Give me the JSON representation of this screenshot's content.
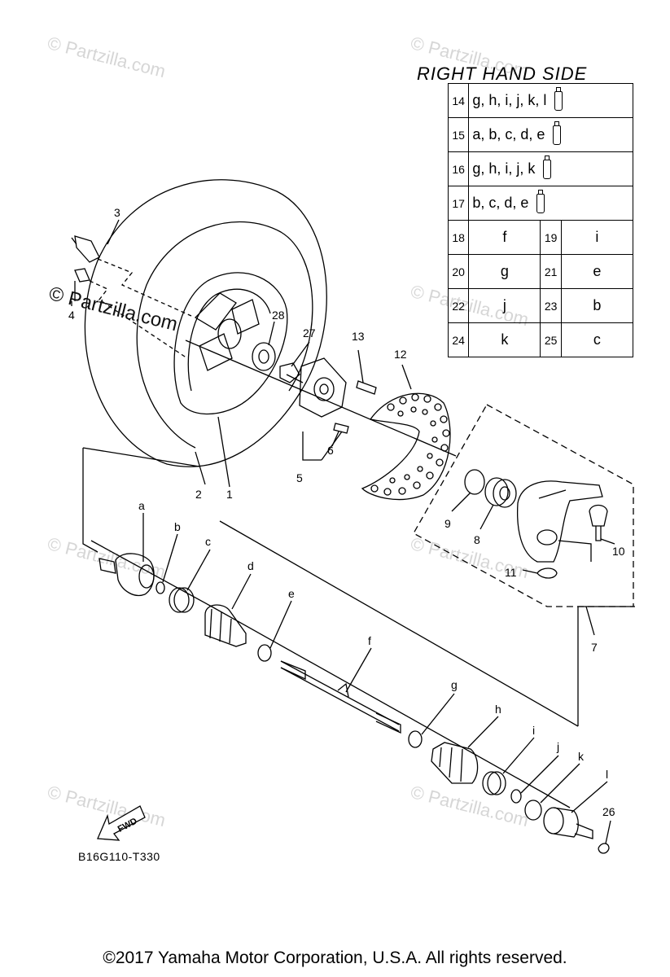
{
  "watermarks": {
    "faint_text": "© Partzilla.com",
    "strong_text": "© Partzilla.com"
  },
  "side_table": {
    "title": "RIGHT HAND SIDE",
    "full_rows": [
      {
        "num": "14",
        "codes": "g, h, i, j, k, l"
      },
      {
        "num": "15",
        "codes": "a, b, c, d, e"
      },
      {
        "num": "16",
        "codes": "g, h, i, j, k"
      },
      {
        "num": "17",
        "codes": "b, c, d, e"
      }
    ],
    "pair_rows": [
      {
        "n1": "18",
        "v1": "f",
        "n2": "19",
        "v2": "i"
      },
      {
        "n1": "20",
        "v1": "g",
        "n2": "21",
        "v2": "e"
      },
      {
        "n1": "22",
        "v1": "j",
        "n2": "23",
        "v2": "b"
      },
      {
        "n1": "24",
        "v1": "k",
        "n2": "25",
        "v2": "c"
      }
    ]
  },
  "callouts": {
    "c1": "1",
    "c2": "2",
    "c3": "3",
    "c4": "4",
    "c5": "5",
    "c6": "6",
    "c7": "7",
    "c8": "8",
    "c9": "9",
    "c10": "10",
    "c11": "11",
    "c12": "12",
    "c13": "13",
    "c26": "26",
    "c27": "27",
    "c28": "28",
    "a": "a",
    "b": "b",
    "c": "c",
    "d": "d",
    "e": "e",
    "f": "f",
    "g": "g",
    "h": "h",
    "i": "i",
    "j": "j",
    "k": "k",
    "l": "l"
  },
  "fwd_label": "FWD",
  "diagram_id": "B16G110-T330",
  "copyright": "©2017  Yamaha Motor Corporation, U.S.A. All rights reserved."
}
